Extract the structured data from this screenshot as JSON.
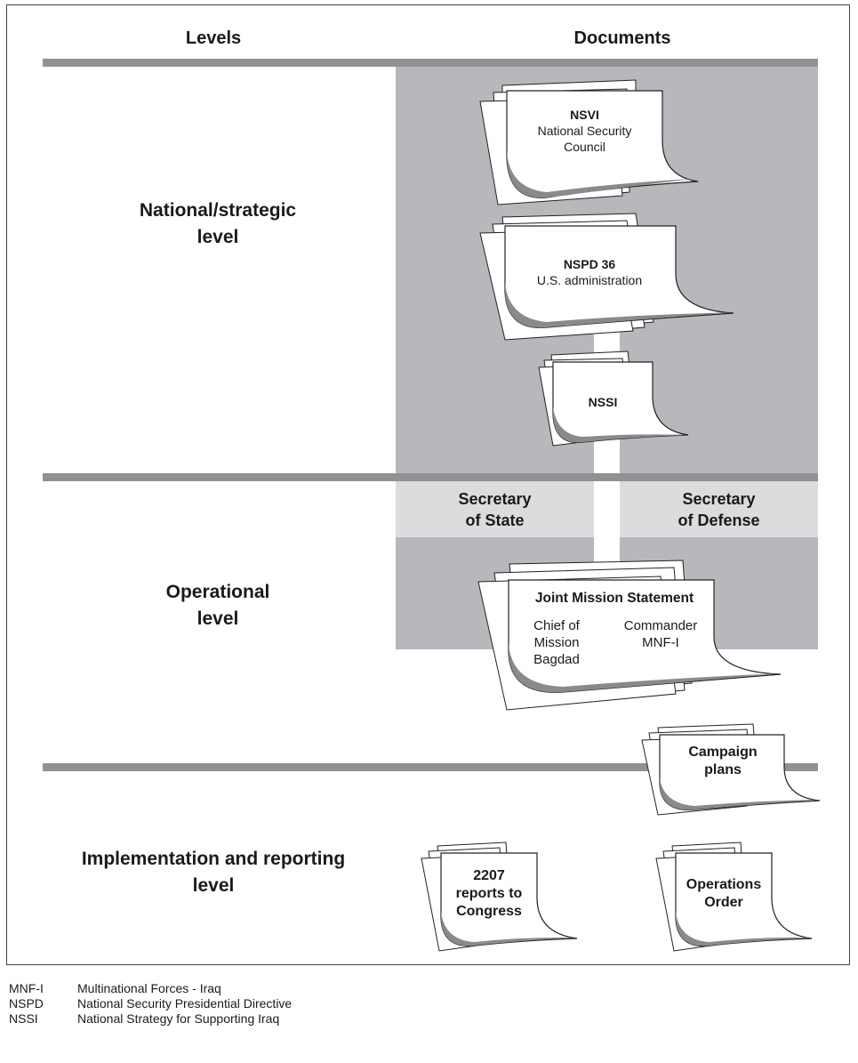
{
  "headers": {
    "levels": "Levels",
    "documents": "Documents"
  },
  "levels": {
    "national": [
      "National/strategic",
      "level"
    ],
    "operational": [
      "Operational",
      "level"
    ],
    "implementation": [
      "Implementation and reporting",
      "level"
    ]
  },
  "columns": {
    "state": [
      "Secretary",
      "of State"
    ],
    "defense": [
      "Secretary",
      "of Defense"
    ]
  },
  "documents": {
    "nsvi": {
      "title": "NSVI",
      "lines": [
        "National Security",
        "Council"
      ]
    },
    "nspd": {
      "title": "NSPD 36",
      "lines": [
        "U.S. administration"
      ]
    },
    "nssi": {
      "title": "NSSI"
    },
    "jms": {
      "title": "Joint Mission Statement",
      "left": [
        "Chief of",
        "Mission",
        "Bagdad"
      ],
      "right": [
        "Commander",
        "MNF-I"
      ]
    },
    "campaign": {
      "lines": [
        "Campaign",
        "plans"
      ]
    },
    "reports": {
      "lines": [
        "2207",
        "reports to",
        "Congress"
      ]
    },
    "opsorder": {
      "lines": [
        "Operations",
        "Order"
      ]
    }
  },
  "legend": [
    {
      "abbr": "MNF-I",
      "text": "Multinational Forces - Iraq"
    },
    {
      "abbr": "NSPD",
      "text": "National Security Presidential Directive"
    },
    {
      "abbr": "NSSI",
      "text": "National Strategy for Supporting Iraq"
    }
  ],
  "colors": {
    "band": "#b7b8bb",
    "band_light": "#dcdcde",
    "bar": "#8f9194",
    "curl": "#8a8a8a"
  }
}
